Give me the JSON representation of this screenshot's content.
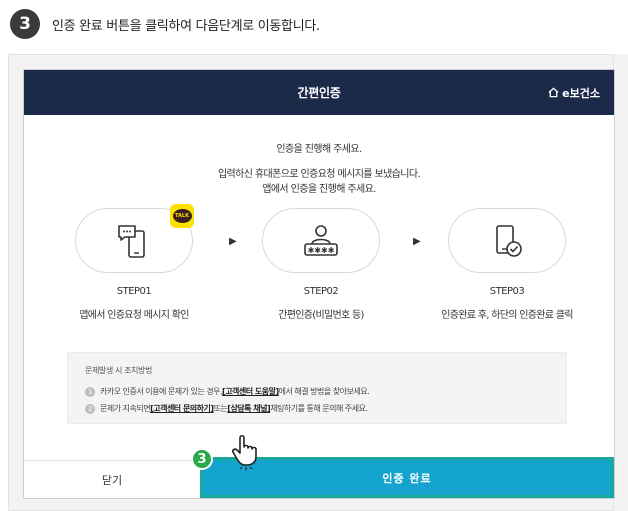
{
  "instruction": {
    "step_number": "3",
    "text": "인증 완료 버튼을 클릭하여 다음단계로 이동합니다."
  },
  "modal": {
    "title": "간편인증",
    "brand": "e보건소",
    "guide": {
      "line1": "인증을 진행해 주세요.",
      "line2": "입력하신 휴대폰으로 인증요청 메시지를 보냈습니다.",
      "line3": "앱에서 인증을 진행해 주세요."
    },
    "steps": [
      {
        "label": "STEP01",
        "desc": "앱에서 인증요청 메시지 확인",
        "icon": "phone-chat-icon"
      },
      {
        "label": "STEP02",
        "desc": "간편인증(비밀번호 등)",
        "icon": "user-password-icon"
      },
      {
        "label": "STEP03",
        "desc": "인증완료 후, 하단의 인증완료 클릭",
        "icon": "phone-check-icon"
      }
    ],
    "talk_badge": "TALK",
    "arrow": "▶",
    "help": {
      "title": "문제발생 시 조치방법",
      "item1": {
        "num": "1",
        "prefix": "카카오 인증서 이용에 문제가 있는 경우, ",
        "link": "[고객센터 도움말]",
        "suffix": " 에서 해결 방법을 찾아보세요."
      },
      "item2": {
        "num": "2",
        "prefix": "문제가 지속되면 ",
        "link1": "[고객센터 문의하기]",
        "middle": " 또는 ",
        "link2": "[상담톡 채널]",
        "suffix": " 채팅하기를 통해 문의해 주세요."
      }
    },
    "footer": {
      "close_label": "닫기",
      "confirm_label": "인증 완료"
    }
  },
  "marker_number": "3",
  "colors": {
    "header": "#1c2a4a",
    "confirm": "#14a4ce",
    "confirm_border": "#1aa89a",
    "badge": "#2aa84a",
    "talk": "#fae100"
  }
}
